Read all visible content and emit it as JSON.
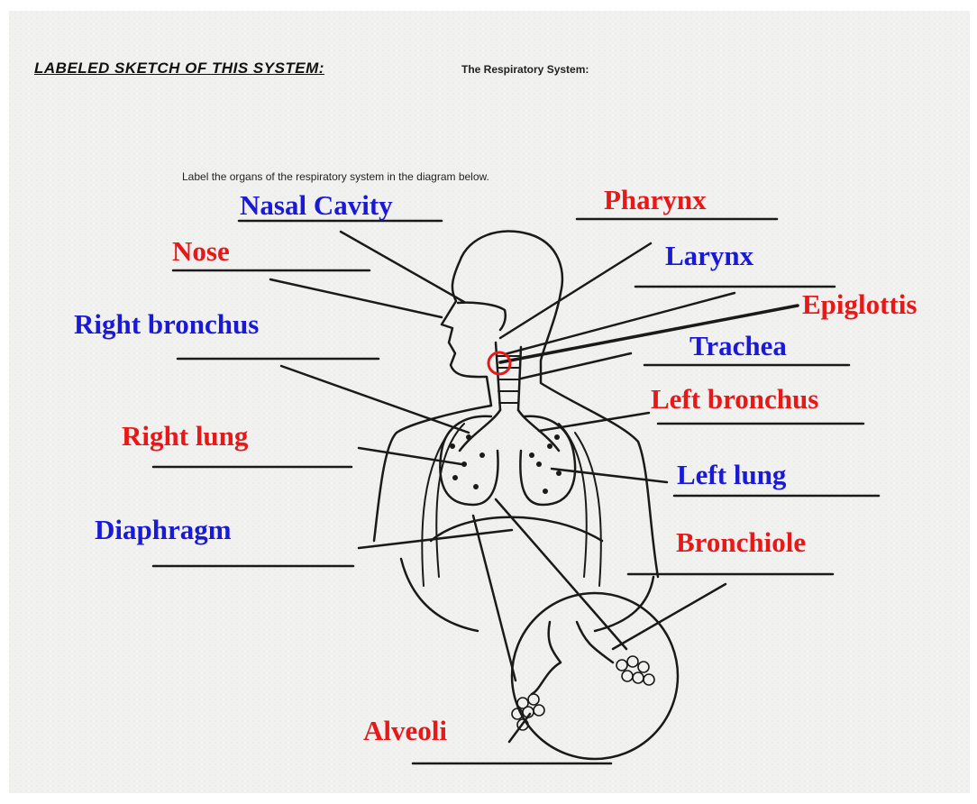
{
  "worksheet": {
    "heading": "LABELED SKETCH OF THIS SYSTEM:",
    "system_name": "The Respiratory System:",
    "instruction": "Label the organs of the respiratory system in the diagram below."
  },
  "labels": {
    "nasal_cavity": "Nasal Cavity",
    "pharynx": "Pharynx",
    "nose": "Nose",
    "larynx": "Larynx",
    "epiglottis": "Epiglottis",
    "right_bronchus": "Right bronchus",
    "trachea": "Trachea",
    "left_bronchus": "Left bronchus",
    "right_lung": "Right lung",
    "left_lung": "Left lung",
    "diaphragm": "Diaphragm",
    "bronchiole": "Bronchiole",
    "alveoli": "Alveoli"
  },
  "colors": {
    "label_blue": "#1a1ad6",
    "label_red": "#e81818",
    "ink": "#1a1a1a",
    "highlight_circle": "#e81818"
  }
}
